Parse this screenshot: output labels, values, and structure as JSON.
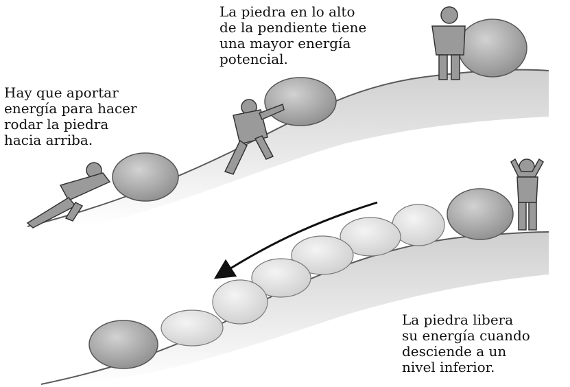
{
  "captions": {
    "top": "La piedra en lo alto\nde la pendiente tiene\nuna mayor energía\npotencial.",
    "left": "Hay que aportar\nenergía para hacer\nrodar la piedra\nhacia arriba.",
    "bottom": "La piedra libera\nsu energía cuando\ndesciende a un\nnivel inferior."
  },
  "colors": {
    "text": "#111111",
    "slope_fill": "#d9d9d9",
    "slope_edge": "#5a5a5a",
    "rock": "#a9a9a9",
    "rock_ghost": "#e6e6e6",
    "arrow": "#111111",
    "figure": "#8c8c8c"
  }
}
